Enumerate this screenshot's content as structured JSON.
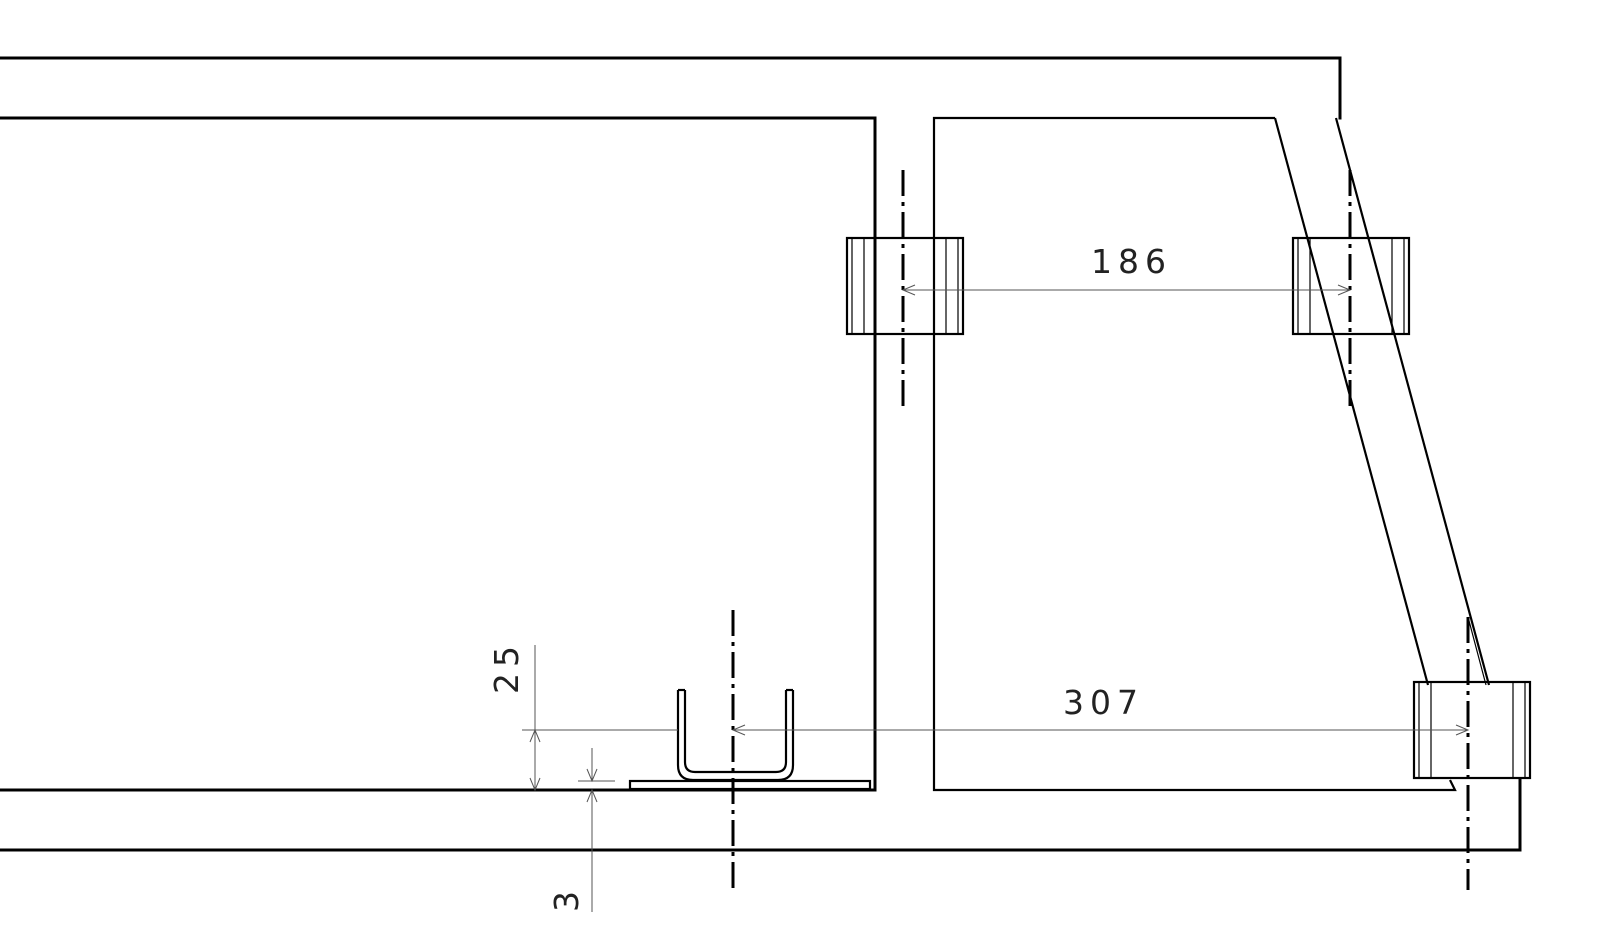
{
  "dimensions": {
    "hinge_spacing": "186",
    "foot_to_hinge": "307",
    "foot_height": "25",
    "base_plate": "3"
  }
}
